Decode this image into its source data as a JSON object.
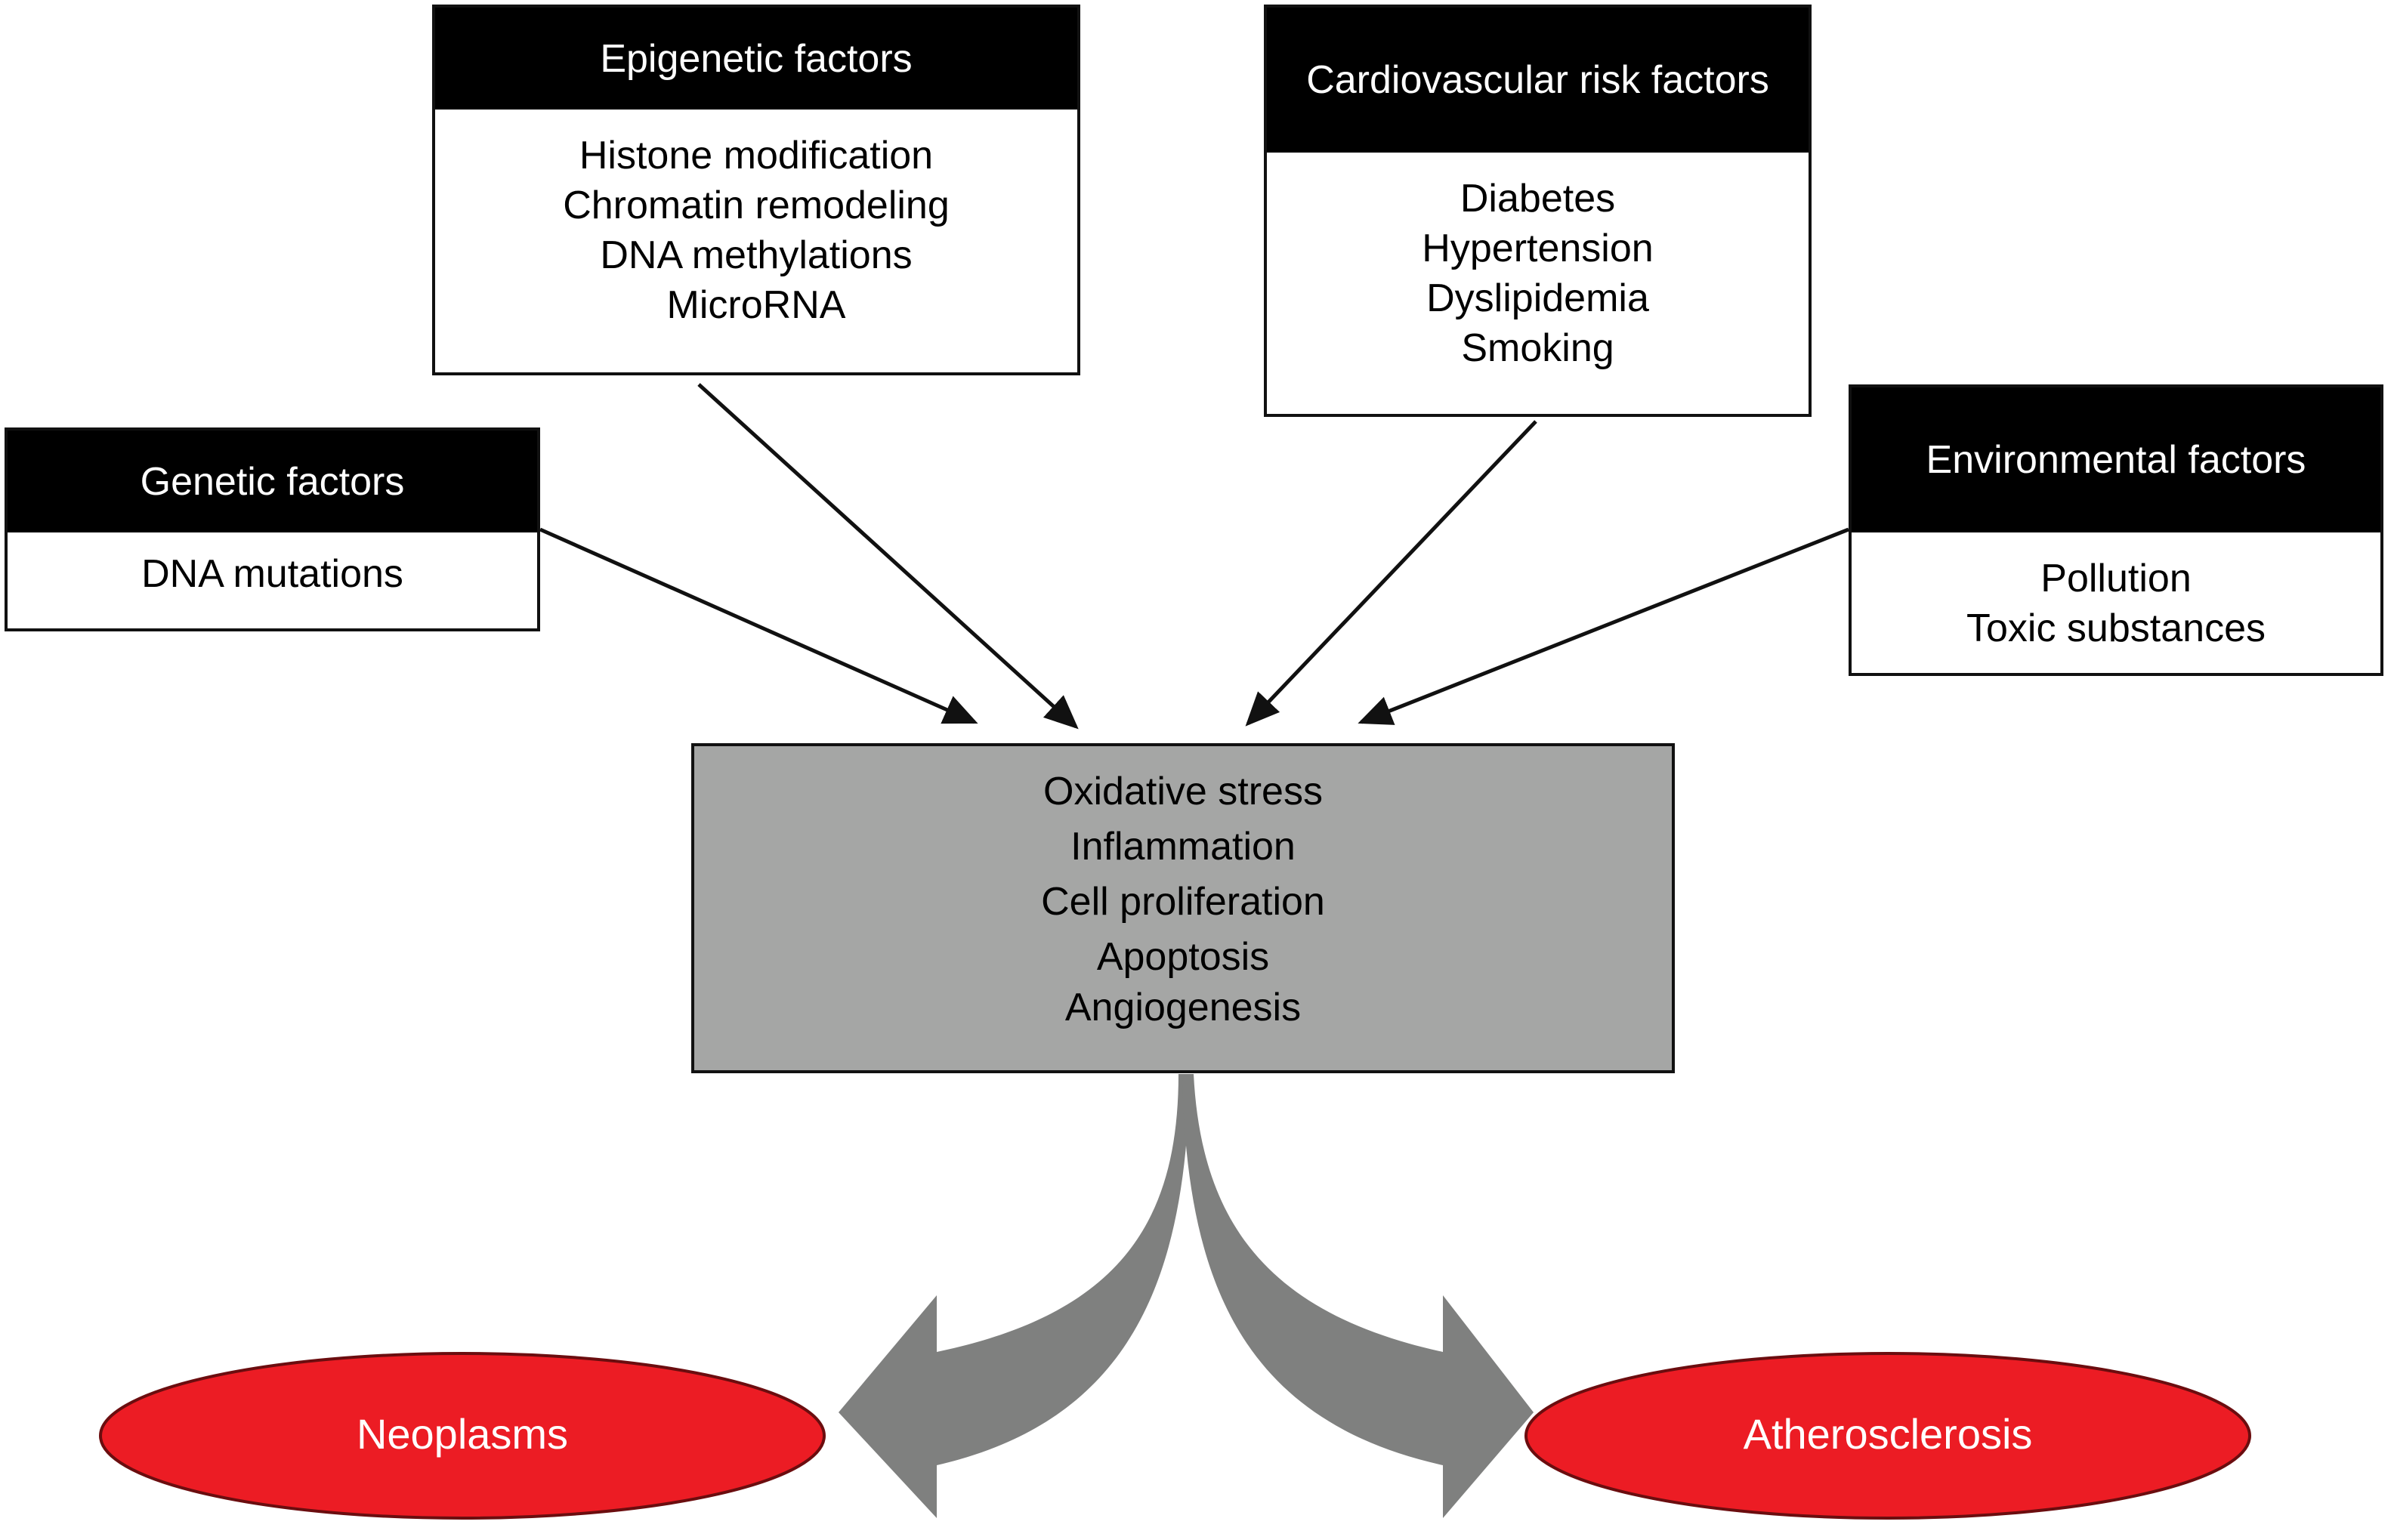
{
  "factors": {
    "epigenetic": {
      "title": "Epigenetic factors",
      "items": [
        "Histone modification",
        "Chromatin remodeling",
        "DNA methylations",
        "MicroRNA"
      ]
    },
    "cardiovascular": {
      "title": "Cardiovascular risk factors",
      "items": [
        "Diabetes",
        "Hypertension",
        "Dyslipidemia",
        "Smoking"
      ]
    },
    "genetic": {
      "title": "Genetic factors",
      "items": [
        "DNA mutations"
      ]
    },
    "environmental": {
      "title": "Environmental factors",
      "items": [
        "Pollution",
        "Toxic substances"
      ]
    }
  },
  "mechanisms": {
    "items": [
      "Oxidative stress",
      "Inflammation",
      "Cell proliferation",
      "Apoptosis",
      "Angiogenesis"
    ]
  },
  "outcomes": {
    "left": "Neoplasms",
    "right": "Atherosclerosis"
  },
  "colors": {
    "header": "#000000",
    "mechanism_box": "#a5a6a5",
    "outcome": "#ec1c24",
    "curved_arrow": "#7f807f"
  }
}
